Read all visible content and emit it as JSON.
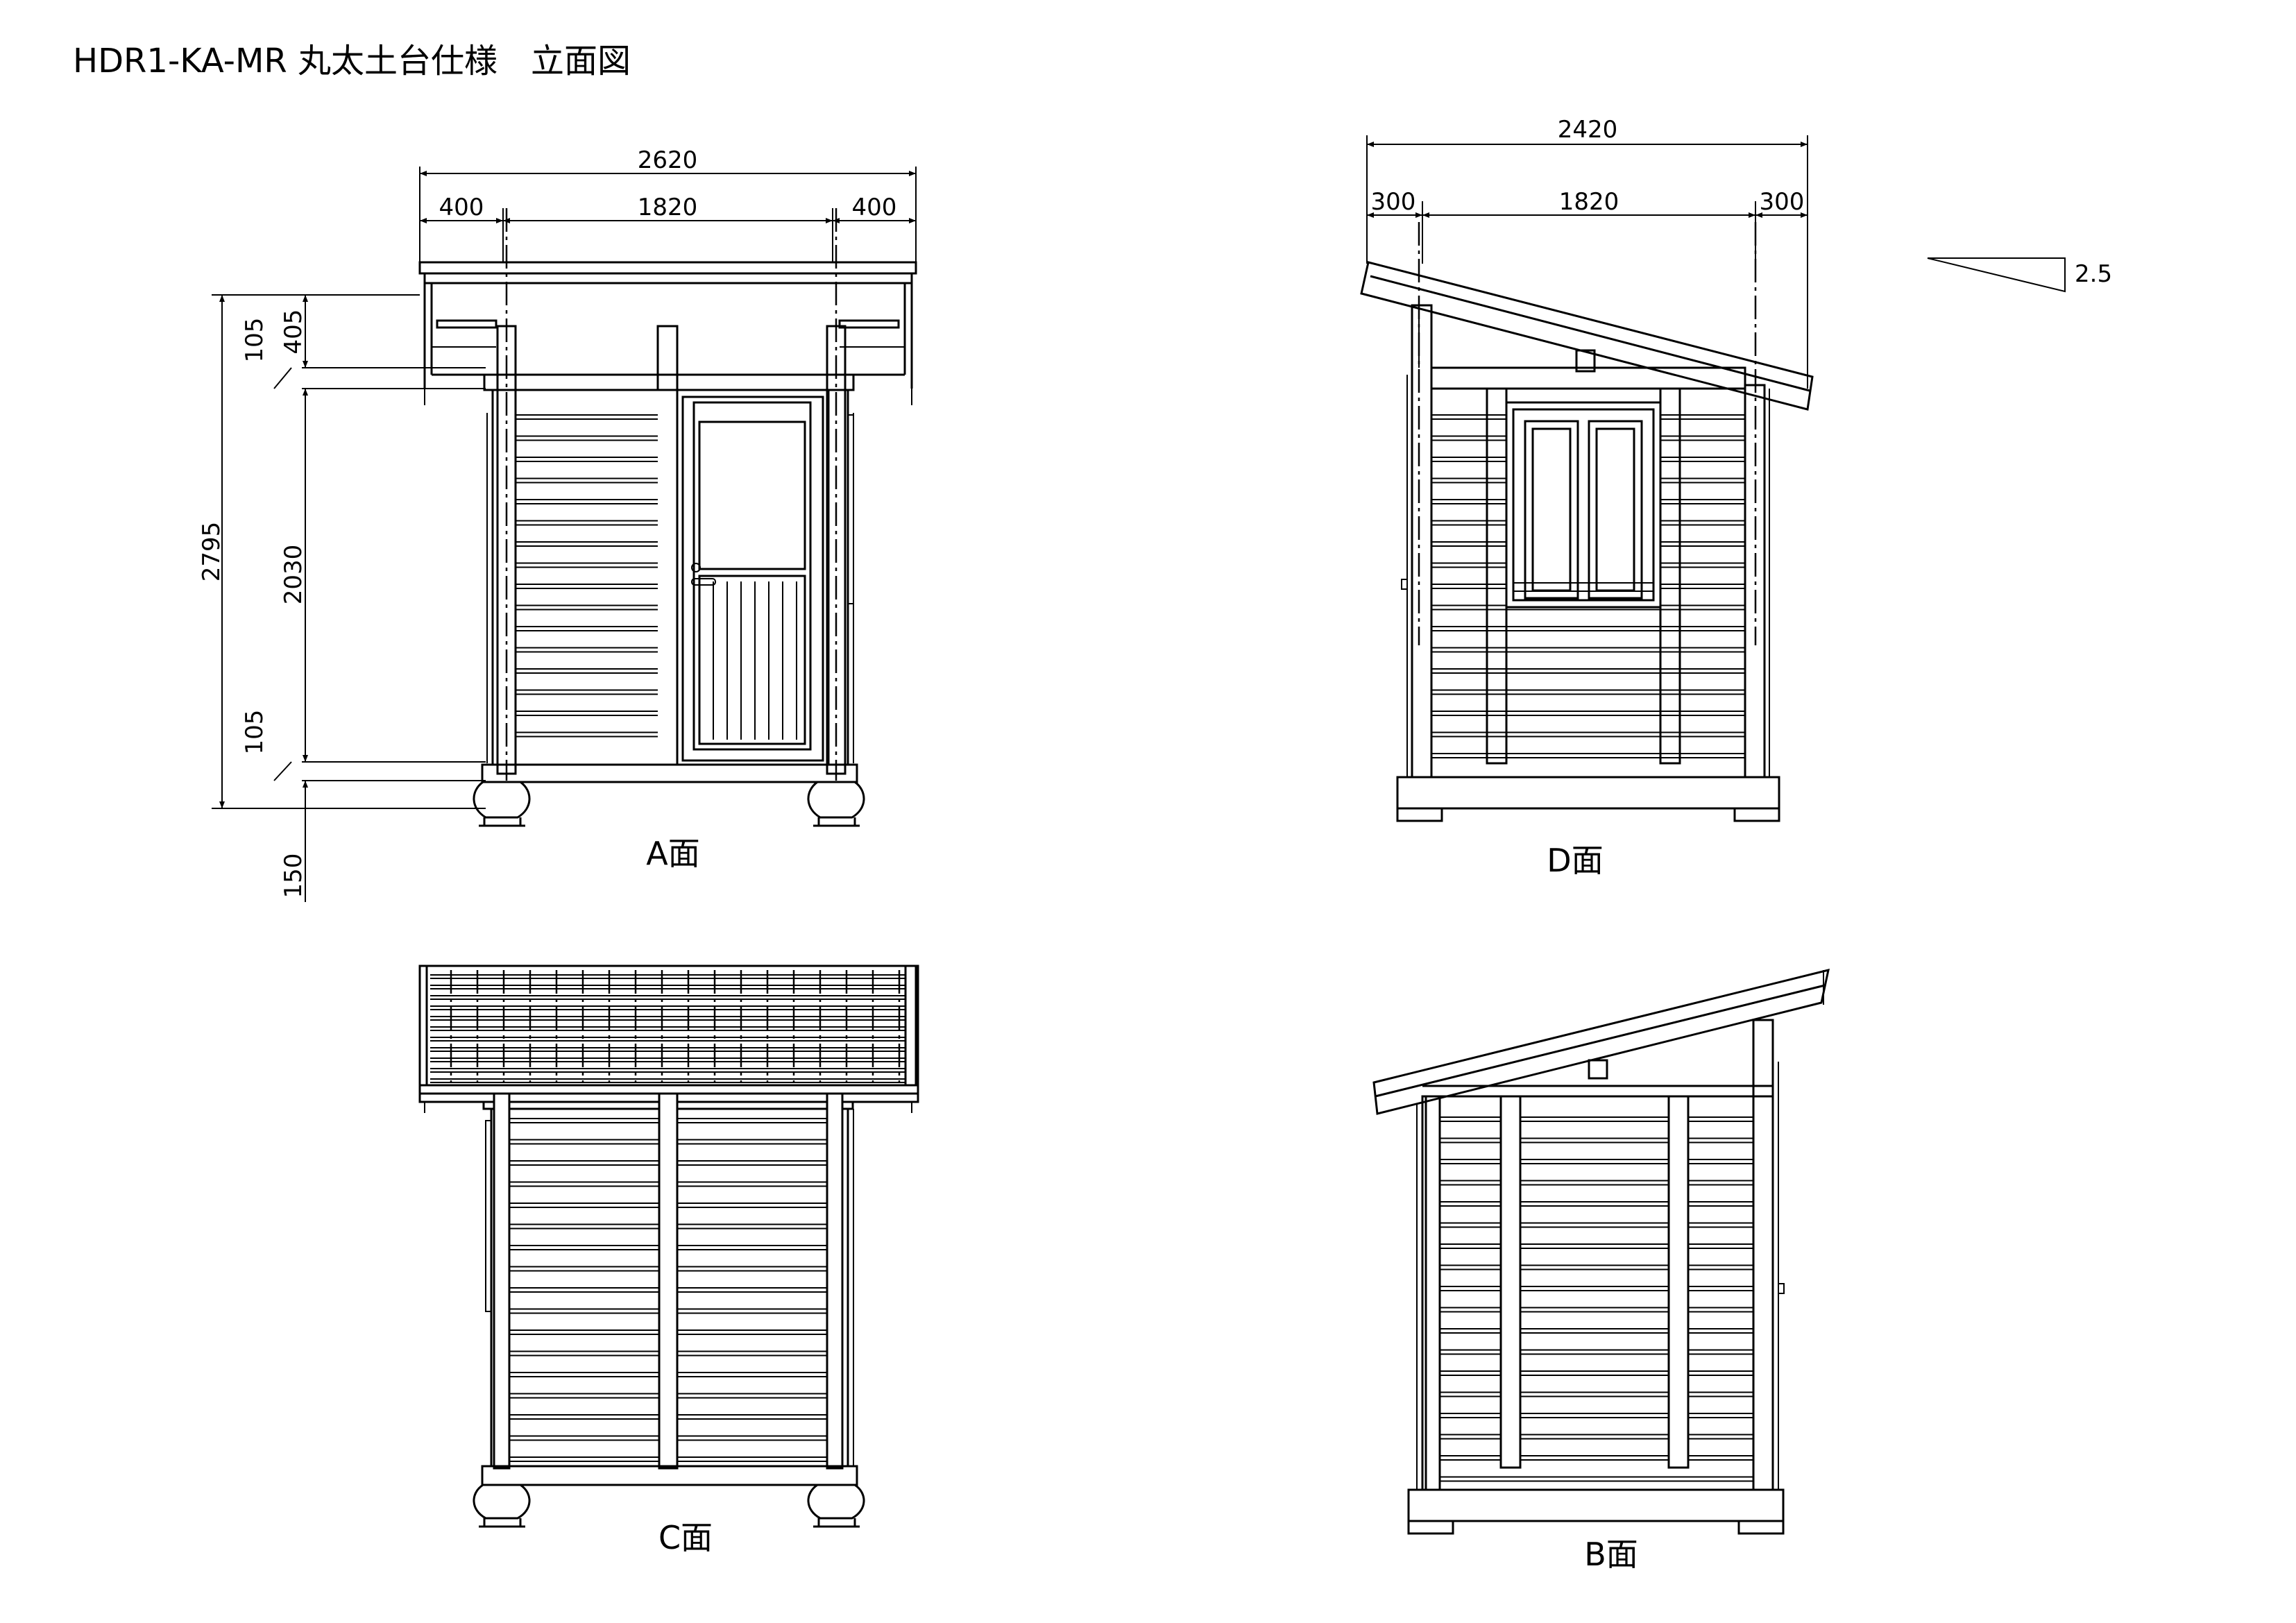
{
  "title": "HDR1-KA-MR 丸太土台仕様　立面図",
  "slope": "2.5",
  "elevations": {
    "a": {
      "caption": "A面",
      "dims": {
        "overall": "2620",
        "left_overhang": "400",
        "span": "1820",
        "right_overhang": "400",
        "total_height": "2795",
        "roof_105": "105",
        "roof_405": "405",
        "wall_height": "2030",
        "sill_105": "105",
        "base_150": "150"
      }
    },
    "d": {
      "caption": "D面",
      "dims": {
        "overall": "2420",
        "left_overhang": "300",
        "span": "1820",
        "right_overhang": "300"
      }
    },
    "c": {
      "caption": "C面"
    },
    "b": {
      "caption": "B面"
    }
  }
}
